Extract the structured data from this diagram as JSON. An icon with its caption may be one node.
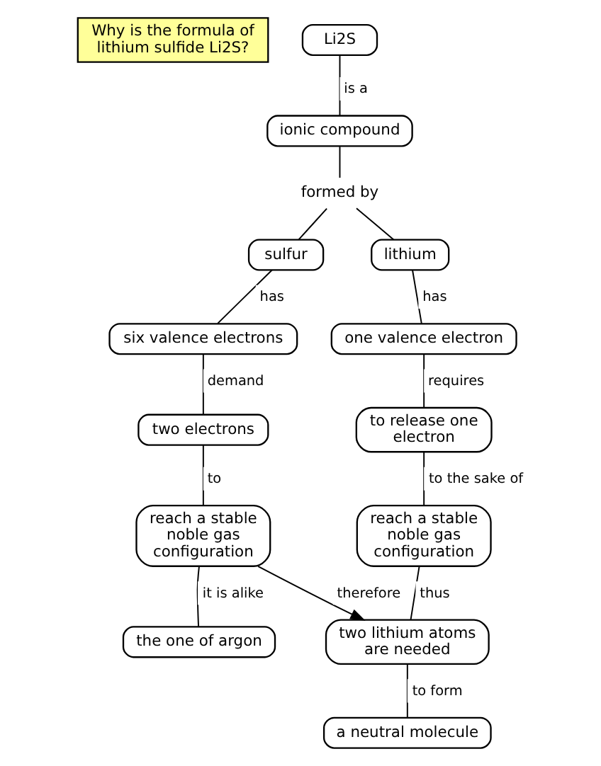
{
  "diagram": {
    "nodes": [
      {
        "text": [
          "Why is the formula of lithium sulfide Li2S?"
        ]
      },
      {
        "text": [
          "Li2S"
        ]
      },
      {
        "text": [
          "ionic compound"
        ]
      },
      {
        "text": [
          "formed by"
        ]
      },
      {
        "text": [
          "sulfur"
        ]
      },
      {
        "text": [
          "lithium"
        ]
      },
      {
        "text": [
          "six valence electrons"
        ]
      },
      {
        "text": [
          "one valence electron"
        ]
      },
      {
        "text": [
          "to release one electron"
        ]
      },
      {
        "text": [
          "two electrons"
        ]
      },
      {
        "text": [
          "reach a stable noble gas configuration"
        ]
      },
      {
        "text": [
          "reach a stable noble gas configuration"
        ]
      },
      {
        "text": [
          "two lithium atoms are needed"
        ]
      },
      {
        "text": [
          "the one of argon"
        ]
      },
      {
        "text": [
          "a neutral molecule"
        ]
      }
    ],
    "edges": [
      {
        "from": 1,
        "to": 2,
        "arrow": "none",
        "label": "is a"
      },
      {
        "from": 2,
        "to": 3,
        "arrow": "none"
      },
      {
        "from": 3,
        "to": 4,
        "arrow": "none"
      },
      {
        "from": 3,
        "to": 5,
        "arrow": "none"
      },
      {
        "from": 4,
        "to": 6,
        "arrow": "none",
        "label": "has"
      },
      {
        "from": 5,
        "to": 7,
        "arrow": "none",
        "label": "has"
      },
      {
        "from": 6,
        "to": 9,
        "arrow": "none",
        "label": "demand"
      },
      {
        "from": 7,
        "to": 8,
        "arrow": "none",
        "label": "requires"
      },
      {
        "from": 9,
        "to": 11,
        "arrow": "none",
        "label": "to"
      },
      {
        "from": 8,
        "to": 10,
        "arrow": "none",
        "label": "to the sake of"
      },
      {
        "from": 10,
        "to": 12,
        "arrow": "none",
        "label": "thus"
      },
      {
        "from": 11,
        "to": 12,
        "arrow": "to",
        "label": "therefore"
      },
      {
        "from": 11,
        "to": 13,
        "arrow": "none",
        "label": "it is alike"
      },
      {
        "from": 12,
        "to": 14,
        "arrow": "none",
        "label": "to form"
      }
    ]
  }
}
